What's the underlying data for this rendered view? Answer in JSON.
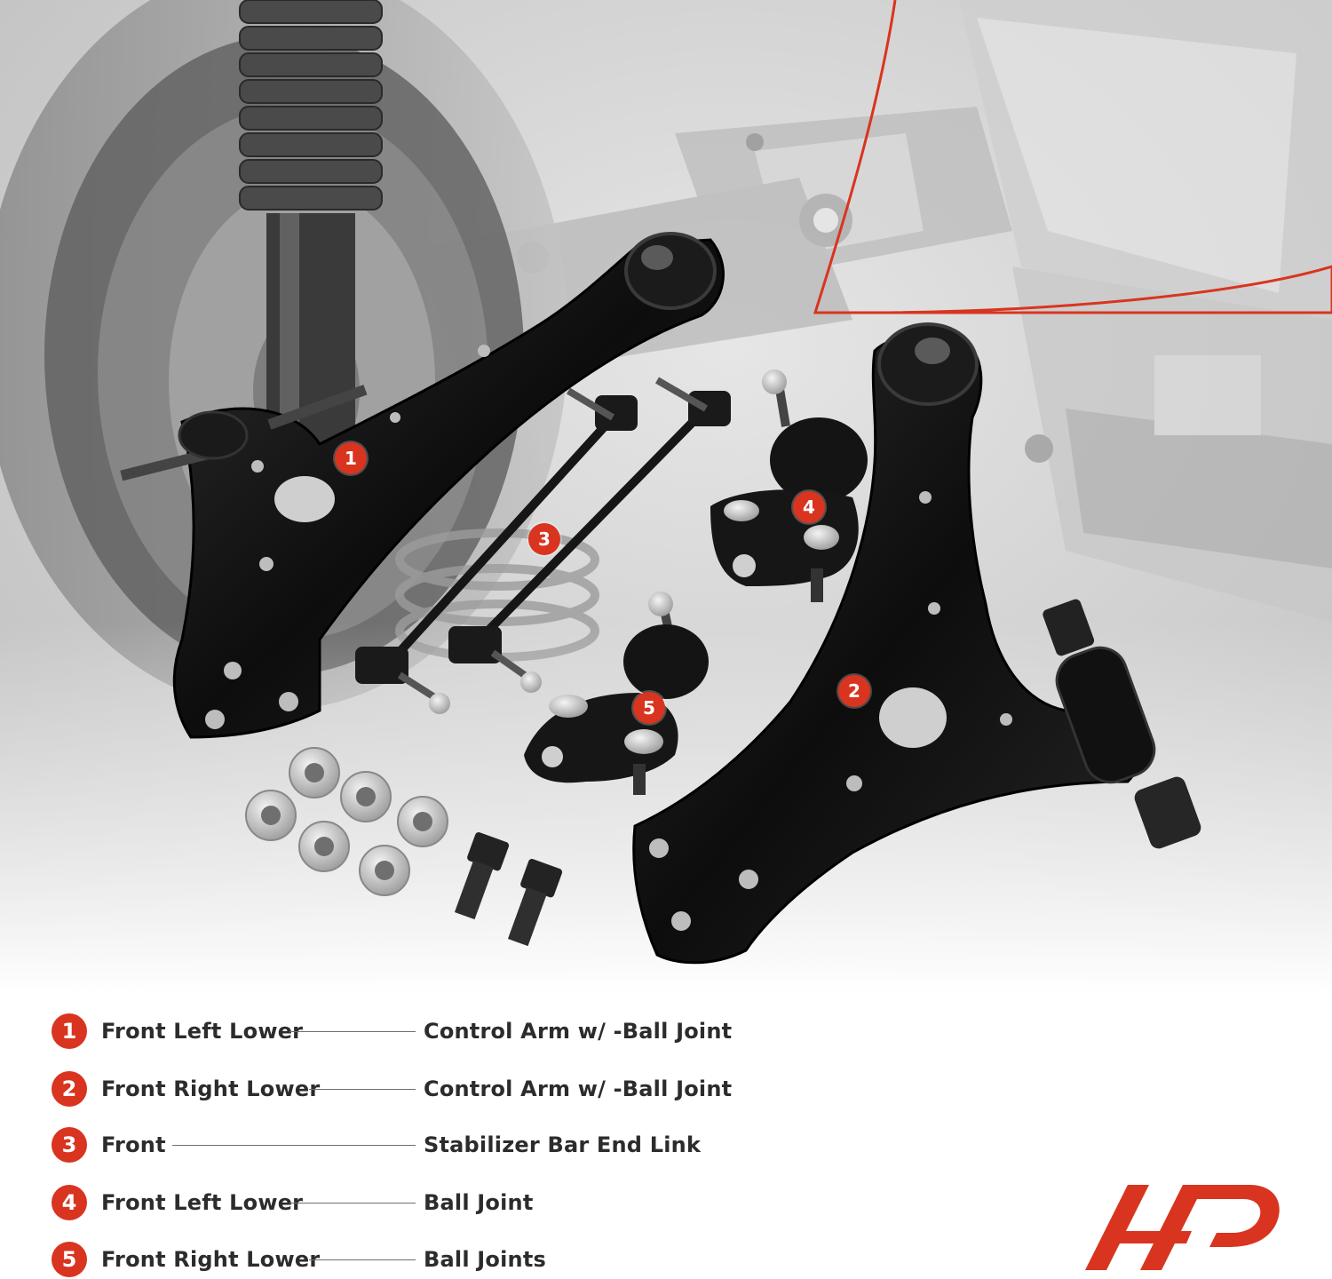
{
  "colors": {
    "accent": "#d9341f",
    "part_black": "#141414",
    "background_gray": "#d2d2d2",
    "text": "#2c2c2c"
  },
  "callouts": [
    "1",
    "2",
    "3",
    "4",
    "5"
  ],
  "legend": [
    {
      "number": "1",
      "position": "Front Left Lower",
      "part": "Control Arm w/ -Ball Joint"
    },
    {
      "number": "2",
      "position": "Front Right Lower",
      "part": "Control Arm w/ -Ball Joint"
    },
    {
      "number": "3",
      "position": "Front",
      "part": "Stabilizer Bar End Link"
    },
    {
      "number": "4",
      "position": "Front Left Lower",
      "part": "Ball Joint"
    },
    {
      "number": "5",
      "position": "Front Right Lower",
      "part": "Ball Joints"
    }
  ],
  "logo": {
    "icon": "a-premium-logo-icon"
  }
}
